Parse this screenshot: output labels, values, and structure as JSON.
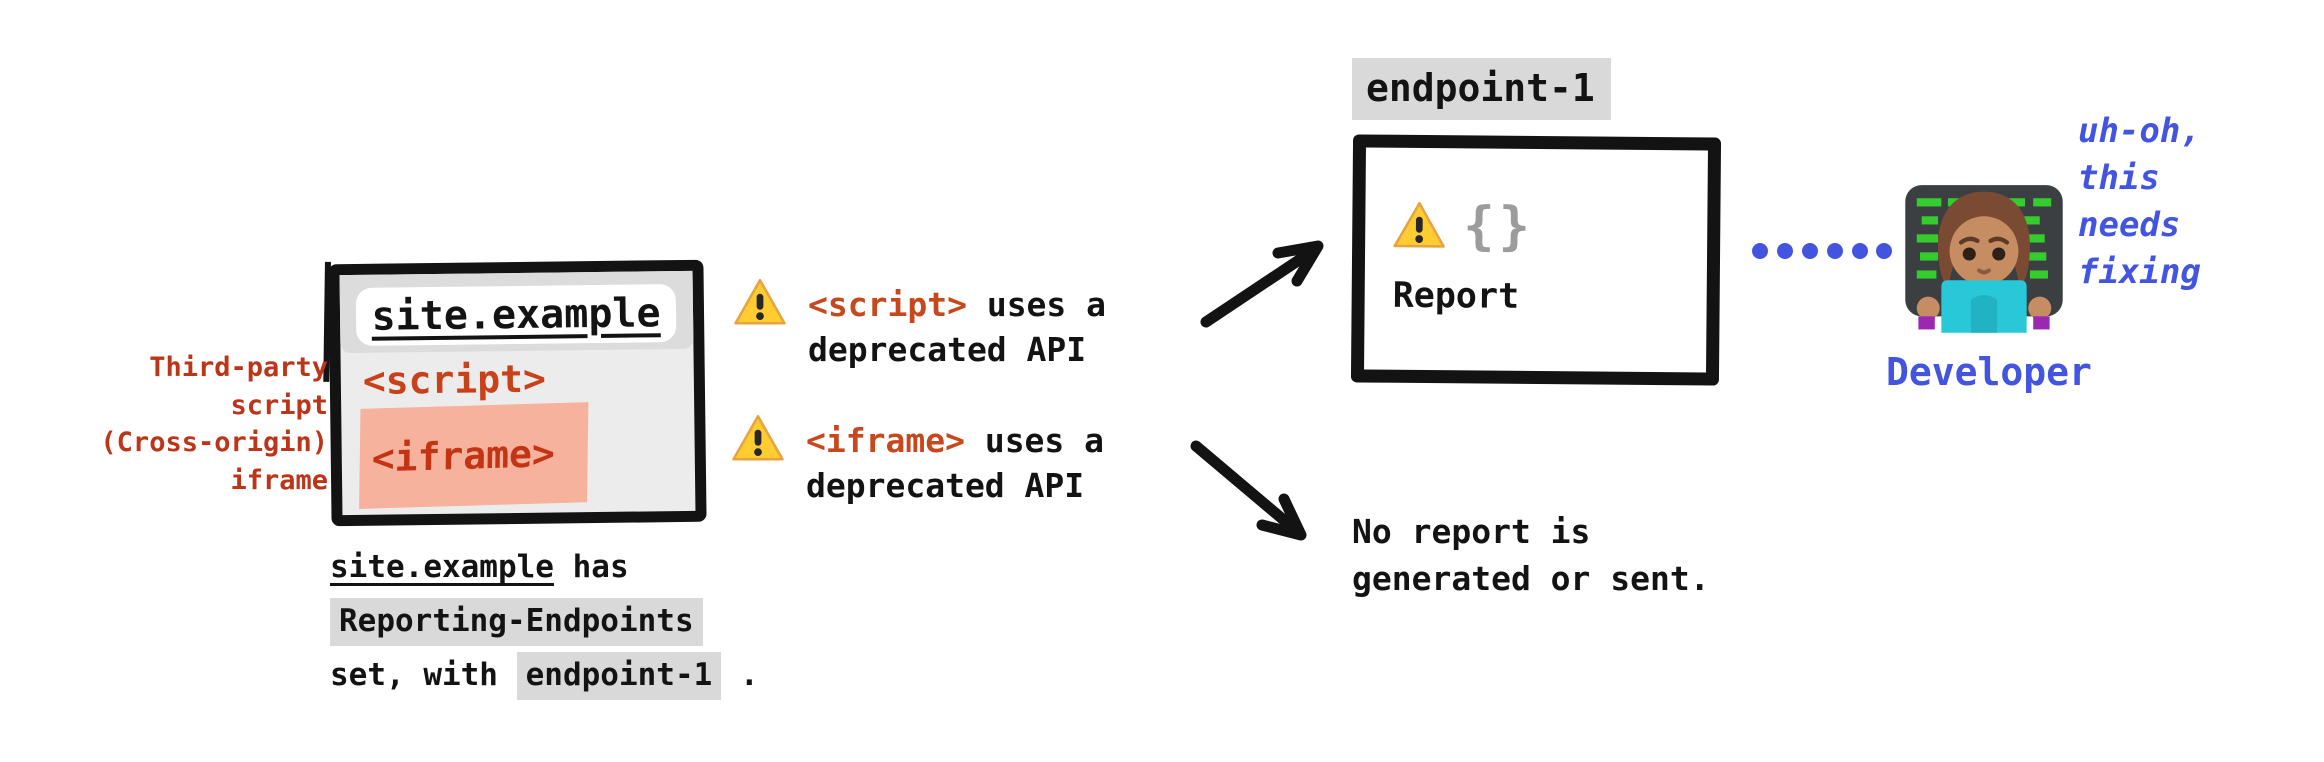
{
  "colors": {
    "red_code": "#c8411a",
    "red_label": "#bd3518",
    "accent_blue": "#4254e0",
    "gray_highlight": "#d9d9d9",
    "salmon_highlight": "#f6b29c",
    "window_fill": "#ececec",
    "stroke_black": "#131313",
    "warning_yellow": "#ffcc32",
    "braces_gray": "#9c9c9c"
  },
  "browser_window": {
    "title": "site.example",
    "script_tag": "<script>",
    "iframe_tag": "<iframe>"
  },
  "side_labels": {
    "third_party_script": "Third-party\nscript",
    "cross_origin_iframe": "(Cross-origin)\niframe"
  },
  "caption": {
    "site": "site.example",
    "has": " has",
    "header_name": "Reporting-Endpoints",
    "set_with": "set, with ",
    "endpoint": "endpoint-1",
    "period": " ."
  },
  "warnings": [
    {
      "tag": "<script>",
      "rest": " uses a",
      "line2": "deprecated API"
    },
    {
      "tag": "<iframe>",
      "rest": " uses a",
      "line2": "deprecated API"
    }
  ],
  "endpoint": {
    "label": "endpoint-1",
    "braces": "{}",
    "report": "Report"
  },
  "no_report": {
    "line1": "No report is",
    "line2": "generated or sent."
  },
  "developer": {
    "thought": [
      "uh-oh,",
      "this",
      "needs",
      "fixing"
    ],
    "label": "Developer"
  }
}
